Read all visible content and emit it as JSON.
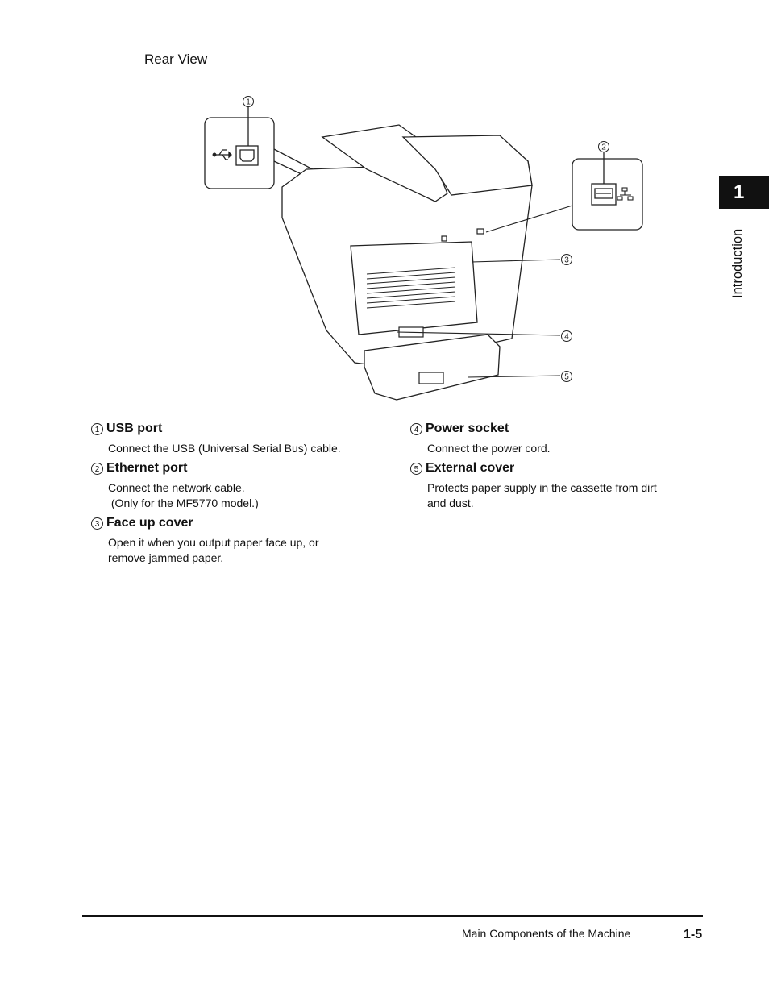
{
  "section_title": "Rear View",
  "chapter": {
    "number": "1",
    "name": "Introduction"
  },
  "figure": {
    "callouts": [
      "1",
      "2",
      "3",
      "4",
      "5"
    ]
  },
  "items": [
    {
      "num": "1",
      "label": "USB port",
      "desc": "Connect the USB (Universal Serial Bus) cable."
    },
    {
      "num": "2",
      "label": "Ethernet port",
      "desc": "Connect the network cable.\n (Only for the MF5770 model.)"
    },
    {
      "num": "3",
      "label": "Face up cover",
      "desc": "Open it when you output paper face up, or\nremove jammed paper."
    },
    {
      "num": "4",
      "label": "Power socket",
      "desc": "Connect the power cord."
    },
    {
      "num": "5",
      "label": "External cover",
      "desc": "Protects paper supply in the cassette from dirt\nand dust."
    }
  ],
  "footer": {
    "text": "Main Components of the Machine",
    "page": "1-5"
  }
}
